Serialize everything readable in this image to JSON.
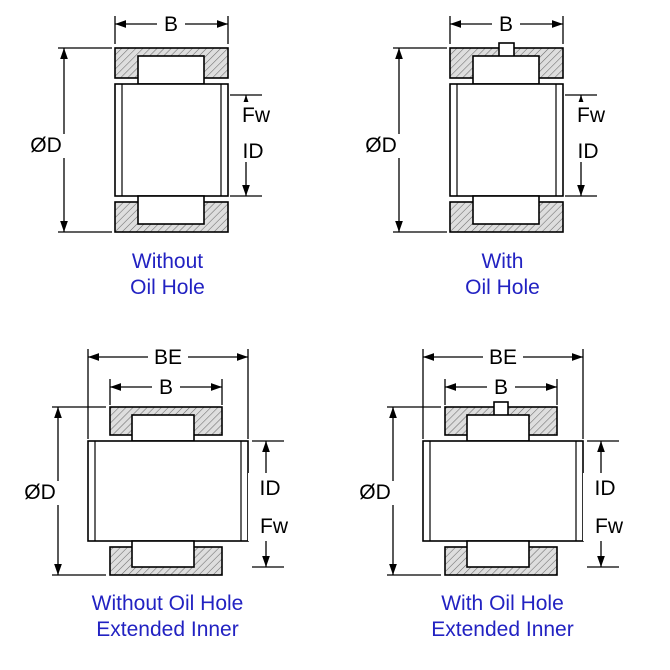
{
  "colors": {
    "caption": "#2222c2",
    "line": "#000000",
    "hatch_bg": "#dedede",
    "background": "#ffffff"
  },
  "diagrams": [
    {
      "name": "without-oil-hole",
      "caption": [
        "Without",
        "Oil Hole"
      ],
      "oil_hole": false,
      "extended_inner": false,
      "dims": {
        "width_top": "B",
        "outer_diameter": "ØD",
        "right_upper": "Fw",
        "right_lower": "ID"
      }
    },
    {
      "name": "with-oil-hole",
      "caption": [
        "With",
        "Oil Hole"
      ],
      "oil_hole": true,
      "extended_inner": false,
      "dims": {
        "width_top": "B",
        "outer_diameter": "ØD",
        "right_upper": "Fw",
        "right_lower": "ID"
      }
    },
    {
      "name": "without-oil-hole-extended-inner",
      "caption": [
        "Without Oil Hole",
        "Extended Inner"
      ],
      "oil_hole": false,
      "extended_inner": true,
      "dims": {
        "width_outer": "BE",
        "width_top": "B",
        "outer_diameter": "ØD",
        "right_upper": "ID",
        "right_lower": "Fw"
      }
    },
    {
      "name": "with-oil-hole-extended-inner",
      "caption": [
        "With Oil Hole",
        "Extended Inner"
      ],
      "oil_hole": true,
      "extended_inner": true,
      "dims": {
        "width_outer": "BE",
        "width_top": "B",
        "outer_diameter": "ØD",
        "right_upper": "ID",
        "right_lower": "Fw"
      }
    }
  ]
}
